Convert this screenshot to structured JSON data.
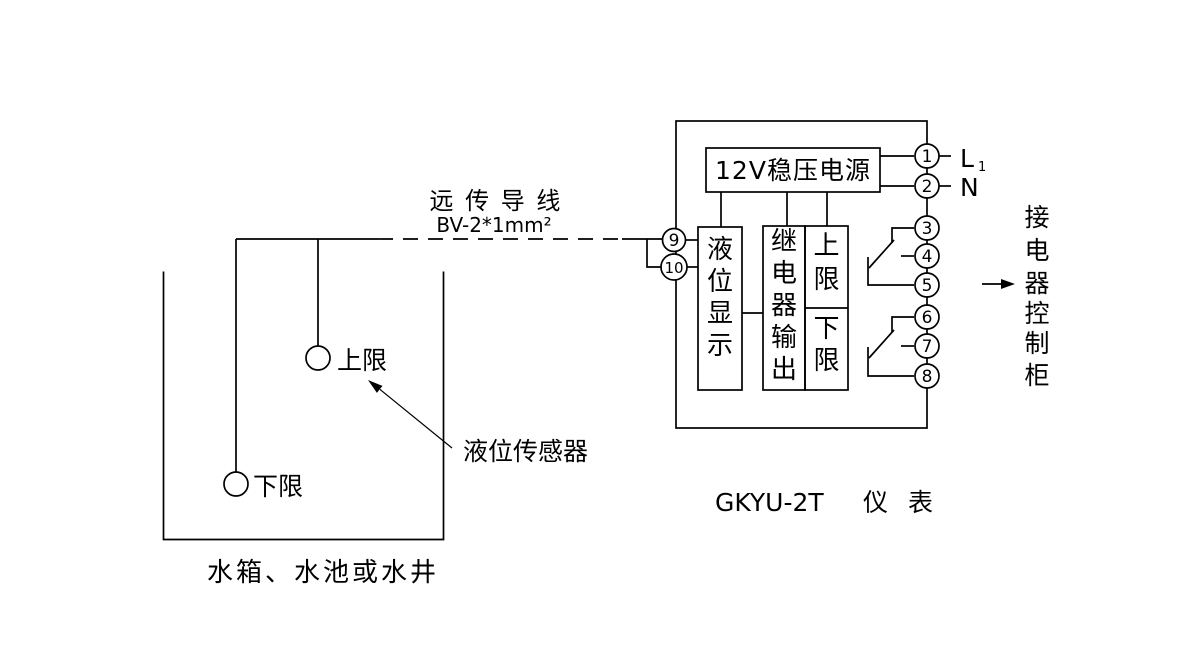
{
  "cable": {
    "name_label": "远 传 导 线",
    "spec_label": "BV-2*1mm²"
  },
  "tank": {
    "caption": "水箱、水池或水井",
    "upper_float_label": "上限",
    "lower_float_label": "下限",
    "sensor_label": "液位传感器"
  },
  "instrument": {
    "caption_model": "GKYU-2T",
    "caption_type": "仪 表",
    "power_supply_label": "12V稳压电源",
    "level_display": [
      "液",
      "位",
      "显",
      "示"
    ],
    "relay_output": [
      "继",
      "电",
      "器",
      "输",
      "出"
    ],
    "upper_limit": [
      "上",
      "限"
    ],
    "lower_limit": [
      "下",
      "限"
    ],
    "terminals": {
      "t1": "1",
      "t2": "2",
      "t3": "3",
      "t4": "4",
      "t5": "5",
      "t6": "6",
      "t7": "7",
      "t8": "8",
      "t9": "9",
      "t10": "10"
    },
    "phase_label": "L",
    "phase_sub": "1",
    "neutral_label": "N"
  },
  "destination": {
    "label": [
      "接",
      "电",
      "器",
      "控",
      "制",
      "柜"
    ]
  },
  "colors": {
    "line": "#000000",
    "background": "#ffffff"
  }
}
